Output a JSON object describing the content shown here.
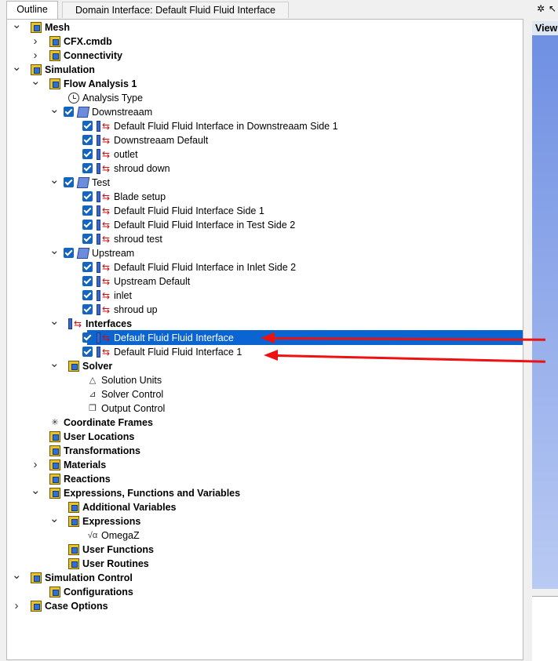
{
  "tabs": {
    "outline": "Outline",
    "domain": "Domain Interface: Default Fluid Fluid Interface"
  },
  "viewer": {
    "label": "View"
  },
  "tree": [
    {
      "label": "Mesh",
      "indent": 0,
      "arrow": "down",
      "icon": "box",
      "bold": true
    },
    {
      "label": "CFX.cmdb",
      "indent": 1,
      "arrow": "right",
      "icon": "box",
      "bold": true
    },
    {
      "label": "Connectivity",
      "indent": 1,
      "arrow": "right",
      "icon": "box",
      "bold": true
    },
    {
      "label": "Simulation",
      "indent": 0,
      "arrow": "down",
      "icon": "box",
      "bold": true
    },
    {
      "label": "Flow Analysis 1",
      "indent": 1,
      "arrow": "down",
      "icon": "box",
      "bold": true
    },
    {
      "label": "Analysis Type",
      "indent": 2,
      "arrow": "",
      "icon": "clock",
      "bold": false
    },
    {
      "label": "Downstreaam",
      "indent": 2,
      "arrow": "down",
      "icon": "cube",
      "check": true,
      "bold": false
    },
    {
      "label": "Default Fluid Fluid Interface in Downstreaam Side 1",
      "indent": 3,
      "arrow": "",
      "icon": "bc",
      "check": true
    },
    {
      "label": "Downstreaam Default",
      "indent": 3,
      "arrow": "",
      "icon": "bc",
      "check": true
    },
    {
      "label": "outlet",
      "indent": 3,
      "arrow": "",
      "icon": "bc",
      "check": true
    },
    {
      "label": "shroud down",
      "indent": 3,
      "arrow": "",
      "icon": "bc",
      "check": true
    },
    {
      "label": "Test",
      "indent": 2,
      "arrow": "down",
      "icon": "cube",
      "check": true
    },
    {
      "label": "Blade setup",
      "indent": 3,
      "arrow": "",
      "icon": "bc",
      "check": true
    },
    {
      "label": "Default Fluid Fluid Interface Side 1",
      "indent": 3,
      "arrow": "",
      "icon": "bc",
      "check": true
    },
    {
      "label": "Default Fluid Fluid Interface in Test Side 2",
      "indent": 3,
      "arrow": "",
      "icon": "bc",
      "check": true
    },
    {
      "label": "shroud test",
      "indent": 3,
      "arrow": "",
      "icon": "bc",
      "check": true
    },
    {
      "label": "Upstream",
      "indent": 2,
      "arrow": "down",
      "icon": "cube",
      "check": true
    },
    {
      "label": "Default Fluid Fluid Interface in Inlet Side 2",
      "indent": 3,
      "arrow": "",
      "icon": "bc",
      "check": true
    },
    {
      "label": "Upstream Default",
      "indent": 3,
      "arrow": "",
      "icon": "bc",
      "check": true
    },
    {
      "label": "inlet",
      "indent": 3,
      "arrow": "",
      "icon": "bc",
      "check": true
    },
    {
      "label": "shroud up",
      "indent": 3,
      "arrow": "",
      "icon": "bc",
      "check": true
    },
    {
      "label": "Interfaces",
      "indent": 2,
      "arrow": "down",
      "icon": "bc",
      "bold": true
    },
    {
      "label": "Default Fluid Fluid Interface",
      "indent": 3,
      "arrow": "",
      "icon": "bc",
      "check": true,
      "selected": true
    },
    {
      "label": "Default Fluid Fluid Interface 1",
      "indent": 3,
      "arrow": "",
      "icon": "bc",
      "check": true
    },
    {
      "label": "Solver",
      "indent": 2,
      "arrow": "down",
      "icon": "box",
      "bold": true
    },
    {
      "label": "Solution Units",
      "indent": 3,
      "arrow": "",
      "icon": "glyph",
      "glyph": "△"
    },
    {
      "label": "Solver Control",
      "indent": 3,
      "arrow": "",
      "icon": "glyph",
      "glyph": "⊿"
    },
    {
      "label": "Output Control",
      "indent": 3,
      "arrow": "",
      "icon": "glyph",
      "glyph": "❐"
    },
    {
      "label": "Coordinate Frames",
      "indent": 1,
      "arrow": "",
      "icon": "glyph",
      "glyph": "✳",
      "bold": true
    },
    {
      "label": "User Locations",
      "indent": 1,
      "arrow": "",
      "icon": "box",
      "bold": true
    },
    {
      "label": "Transformations",
      "indent": 1,
      "arrow": "",
      "icon": "box",
      "bold": true
    },
    {
      "label": "Materials",
      "indent": 1,
      "arrow": "right",
      "icon": "box",
      "bold": true
    },
    {
      "label": "Reactions",
      "indent": 1,
      "arrow": "",
      "icon": "box",
      "bold": true
    },
    {
      "label": "Expressions, Functions and Variables",
      "indent": 1,
      "arrow": "down",
      "icon": "box",
      "bold": true
    },
    {
      "label": "Additional Variables",
      "indent": 2,
      "arrow": "",
      "icon": "box",
      "bold": true
    },
    {
      "label": "Expressions",
      "indent": 2,
      "arrow": "down",
      "icon": "box",
      "bold": true
    },
    {
      "label": "OmegaZ",
      "indent": 3,
      "arrow": "",
      "icon": "glyph",
      "glyph": "√α"
    },
    {
      "label": "User Functions",
      "indent": 2,
      "arrow": "",
      "icon": "box",
      "bold": true
    },
    {
      "label": "User Routines",
      "indent": 2,
      "arrow": "",
      "icon": "box",
      "bold": true
    },
    {
      "label": "Simulation Control",
      "indent": 0,
      "arrow": "down",
      "icon": "box",
      "bold": true
    },
    {
      "label": "Configurations",
      "indent": 1,
      "arrow": "",
      "icon": "box",
      "bold": true
    },
    {
      "label": "Case Options",
      "indent": 0,
      "arrow": "right",
      "icon": "box",
      "bold": true
    }
  ]
}
